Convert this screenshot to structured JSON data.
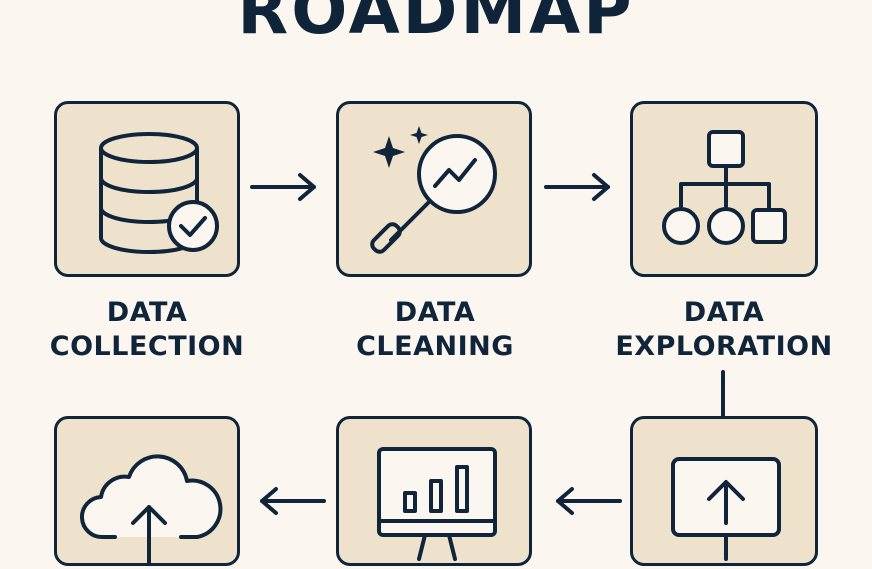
{
  "title": "ROADMAP",
  "steps": [
    {
      "line1": "DATA",
      "line2": "COLLECTION",
      "icon": "database-check-icon"
    },
    {
      "line1": "DATA",
      "line2": "CLEANING",
      "icon": "magnifier-sparkle-icon"
    },
    {
      "line1": "DATA",
      "line2": "EXPLORATION",
      "icon": "hierarchy-icon"
    },
    {
      "icon": "monitor-upload-icon"
    },
    {
      "icon": "bar-chart-monitor-icon"
    },
    {
      "icon": "cloud-upload-icon"
    }
  ],
  "colors": {
    "background": "#fbf7f0",
    "box_fill": "#eee2cd",
    "ink": "#10243a"
  }
}
